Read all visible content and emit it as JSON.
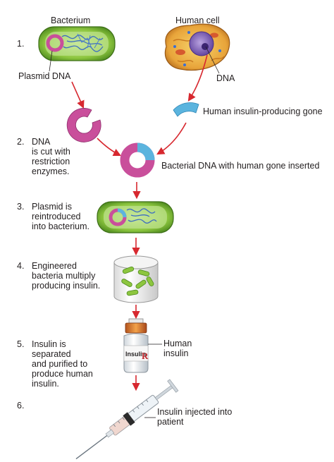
{
  "headers": {
    "bacterium": "Bacterium",
    "human_cell": "Human cell"
  },
  "labels": {
    "plasmid_dna": "Plasmid DNA",
    "dna": "DNA",
    "insulin_gene": "Human insulin-producing gone",
    "inserted": "Bacterial DNA with human gone inserted",
    "human_insulin": [
      "Human",
      "insulin"
    ],
    "vial_label": "Insulin",
    "rx": "R",
    "injected": [
      "Insulin injected into",
      "patient"
    ]
  },
  "steps": [
    {
      "num": "1.",
      "lines": []
    },
    {
      "num": "2.",
      "lines": [
        "DNA",
        "is cut with",
        "restriction",
        "enzymes."
      ]
    },
    {
      "num": "3.",
      "lines": [
        "Plasmid is",
        "reintroduced",
        "into bacterium."
      ]
    },
    {
      "num": "4.",
      "lines": [
        "Engineered",
        "bacteria multiply",
        "producing insulin."
      ]
    },
    {
      "num": "5.",
      "lines": [
        "Insulin is",
        "separated",
        "and purified to",
        "produce human",
        "insulin."
      ]
    },
    {
      "num": "6.",
      "lines": []
    }
  ],
  "colors": {
    "arrow": "#d7282f",
    "plasmid": "#c94f9b",
    "gene": "#5bb4de",
    "bacteria_green": "#8dc63f",
    "cell_orange": "#e8a43a"
  }
}
